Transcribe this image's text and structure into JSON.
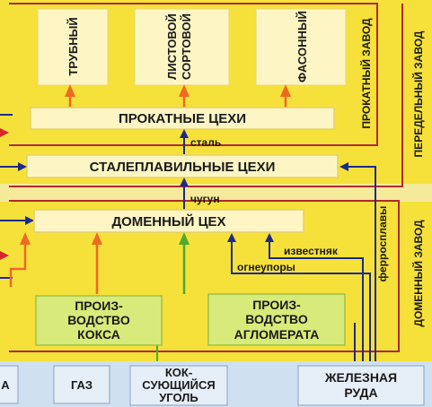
{
  "diagram": {
    "side_labels": {
      "rolling_plant": "ПРОКАТНЫЙ ЗАВОД",
      "conversion_plant": "ПЕРЕДЕЛЬНЫЙ ЗАВОД",
      "blast_furnace_plant": "ДОМЕННЫЙ ЗАВОД"
    },
    "products": {
      "tube": "ТРУБНЫЙ",
      "sheet_line1": "ЛИСТОВОЙ",
      "sheet_line2": "СОРТОВОЙ",
      "shaped": "ФАСОННЫЙ"
    },
    "shops": {
      "rolling": "ПРОКАТНЫЕ ЦЕХИ",
      "steelmaking": "СТАЛЕПЛАВИЛЬНЫЕ ЦЕХИ",
      "blast_furnace": "ДОМЕННЫЙ ЦЕХ"
    },
    "production": {
      "coke_line1": "ПРОИЗ-",
      "coke_line2": "ВОДСТВО",
      "coke_line3": "КОКСА",
      "agglo_line1": "ПРОИЗ-",
      "agglo_line2": "ВОДСТВО",
      "agglo_line3": "АГЛОМЕРАТА"
    },
    "flows": {
      "steel": "сталь",
      "pig_iron": "чугун",
      "limestone": "известняк",
      "refractories": "огнеупоры",
      "ferroalloys": "ферросплавы"
    },
    "raw": {
      "cut_left": "А",
      "gas": "ГАЗ",
      "coal_line1": "КОК-",
      "coal_line2": "СУЮЩИЙСЯ",
      "coal_line3": "УГОЛЬ",
      "ore_line1": "ЖЕЛЕЗНАЯ",
      "ore_line2": "РУДА"
    },
    "colors": {
      "background": "#fbf3c0",
      "yellow_band": "#f6e13a",
      "cream_box": "#fdf6c4",
      "green_box": "#d8ea7a",
      "frame_red": "#b0292c",
      "blue_line": "#1c2a8c",
      "orange_arrow": "#ee6a23",
      "green_arrow": "#4faa2e",
      "raw_band": "#cfe0f1"
    }
  }
}
